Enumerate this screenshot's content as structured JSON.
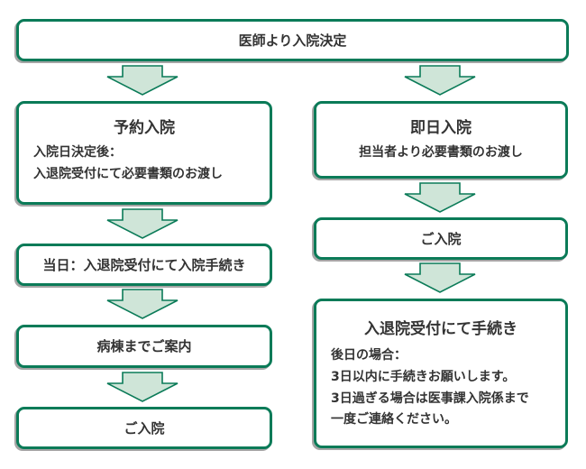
{
  "colors": {
    "box_border": "#0b7b58",
    "box_fill": "#ffffff",
    "arrow_fill": "#cfe5d8",
    "arrow_border": "#0b7b58",
    "text": "#333333",
    "shadow": "#a5a5a5"
  },
  "flow": {
    "start": {
      "label": "医師より入院決定"
    },
    "left_branch": {
      "step1": {
        "title": "予約入院",
        "lines": [
          "入院日決定後：",
          "入退院受付にて必要書類のお渡し"
        ]
      },
      "step2": {
        "label": "当日：入退院受付にて入院手続き"
      },
      "step3": {
        "label": "病棟までご案内"
      },
      "step4": {
        "label": "ご入院"
      }
    },
    "right_branch": {
      "step1": {
        "title": "即日入院",
        "subtitle": "担当者より必要書類のお渡し"
      },
      "step2": {
        "label": "ご入院"
      },
      "step3": {
        "title": "入退院受付にて手続き",
        "lines": [
          "後日の場合：",
          "3日以内に手続きお願いします。",
          "3日過ぎる場合は医事課入院係まで",
          "一度ご連絡ください。"
        ]
      }
    }
  }
}
